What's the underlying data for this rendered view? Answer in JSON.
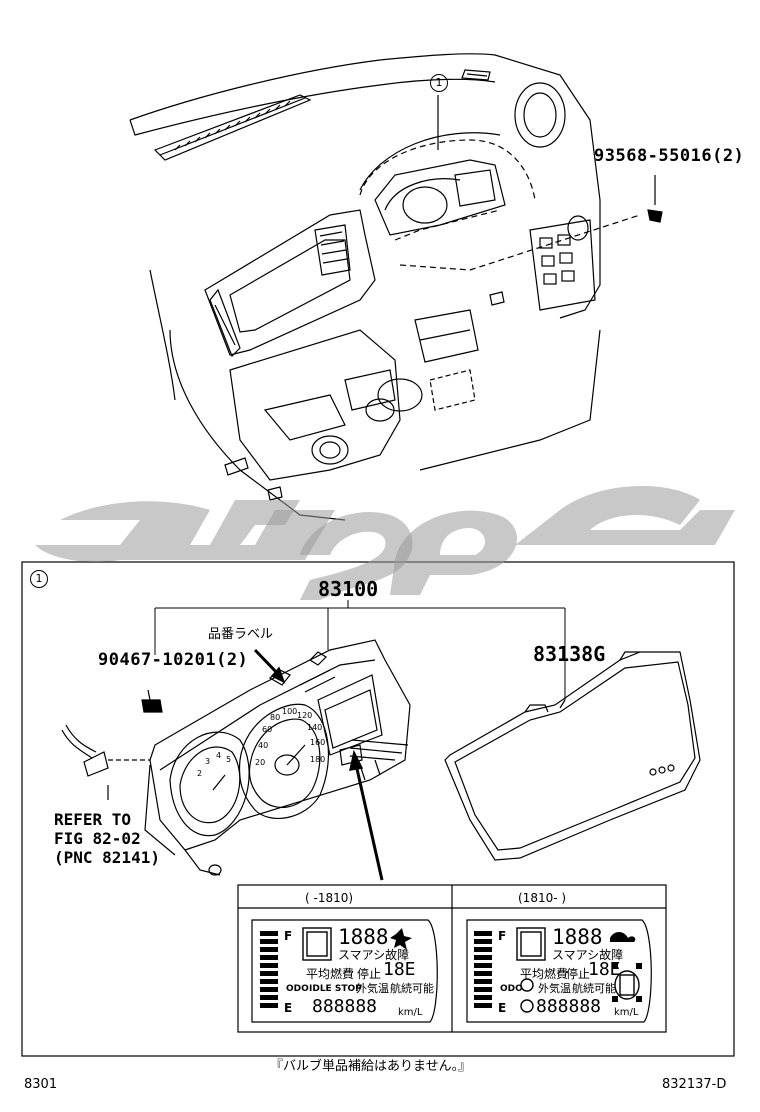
{
  "diagram": {
    "callout_marker": "1",
    "parts": {
      "clip_bolt": "93568-55016(2)",
      "cluster_assy": "83100",
      "screw": "90467-10201(2)",
      "cover_glass": "83138G"
    },
    "part_number_label_jp": "品番ラベル",
    "refer_note": {
      "line1": "REFER TO",
      "line2": "FIG 82-02",
      "line3": "(PNC 82141)"
    },
    "lcd_variants": [
      {
        "range": "(      -1810)"
      },
      {
        "range": "(1810-      )"
      }
    ],
    "lcd_text": {
      "digits_top": "1888",
      "smart_assist_fault": "スマアシ故障",
      "avg_fuel_stop": "平均燃費",
      "stop": "停止",
      "big_digits": "18E",
      "odo": "ODO",
      "idle_stop": "IDLE STOP",
      "outside_temp": "外気温",
      "range_possible": "航続可能",
      "odo_digits": "888888",
      "unit": "km/L",
      "fuel_F": "F",
      "fuel_E": "E"
    },
    "footnote": "『バルブ単品補給はありません。』",
    "page_id_left": "8301",
    "page_id_right": "832137-D",
    "watermark_text": "ركاب"
  }
}
